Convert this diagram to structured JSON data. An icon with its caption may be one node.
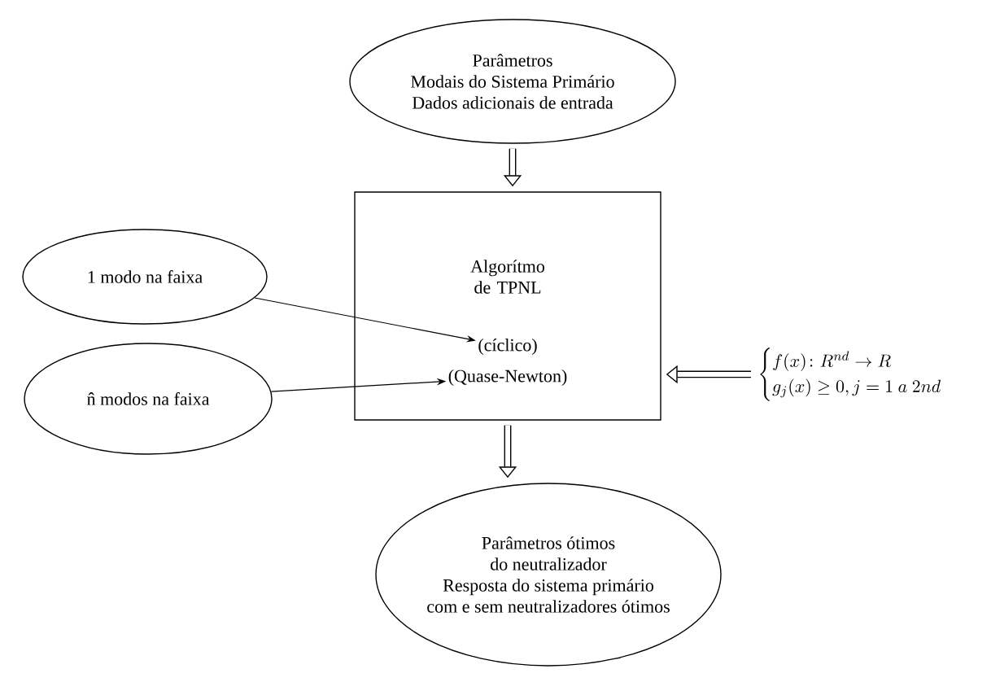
{
  "diagram": {
    "nodes": [
      {
        "text": [
          "Parâmetros",
          "Modais do Sistema Primário",
          "Dados adicionais de entrada"
        ]
      },
      {
        "text": [
          "Algorítmo de TPNL"
        ]
      },
      {
        "text": [
          "(cíclico)"
        ],
        "in": 1
      },
      {
        "text": [
          "(Quase-Newton)"
        ],
        "in": 1
      },
      {
        "text": [
          "1 modo na faixa"
        ]
      },
      {
        "text": [
          "n̂ modos na faixa"
        ]
      },
      {
        "text": [
          "\\begin{cases} f(x)\\colon R^{nd} \\to R \\\\ g_j(x) \\ge 0, j = 1\\ a\\ 2nd \\end{cases}"
        ]
      },
      {
        "text": [
          "Parâmetros ótimos",
          "do neutralizador",
          "Resposta do sistema primário",
          "com e sem neutralizadores ótimos"
        ]
      }
    ],
    "edges": [
      {
        "from": 0,
        "to": 1,
        "arrow": "to"
      },
      {
        "from": 4,
        "to": 2,
        "arrow": "to"
      },
      {
        "from": 5,
        "to": 3,
        "arrow": "to"
      },
      {
        "from": 6,
        "to": 1,
        "arrow": "to"
      },
      {
        "from": 1,
        "to": 7,
        "arrow": "to"
      }
    ]
  }
}
